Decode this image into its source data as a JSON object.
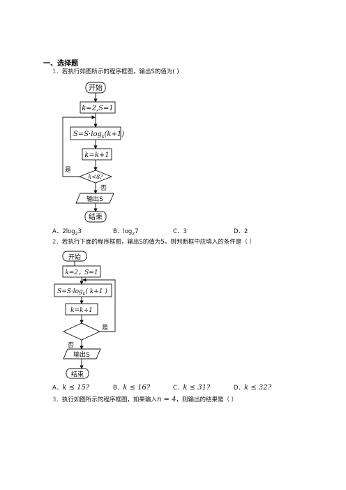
{
  "section_title": "一、选择题",
  "q1": {
    "number": "1．",
    "text": "若执行如图所示的程序框图，输出S的值为(      )",
    "flow": {
      "start": "开始",
      "init": "k=2,S=1",
      "calc_prefix": "S=S·log",
      "calc_base": "k",
      "calc_suffix": "(k+1)",
      "incr": "k=k+1",
      "cond": "k<8?",
      "yes": "是",
      "no": "否",
      "output": "输出S",
      "end": "结束"
    },
    "options": [
      {
        "label": "A．",
        "text": "2log",
        "sub": "2",
        "tail": "3"
      },
      {
        "label": "B．",
        "text": "log",
        "sub": "2",
        "tail": "7"
      },
      {
        "label": "C．",
        "text": "3",
        "sub": "",
        "tail": ""
      },
      {
        "label": "D．",
        "text": "2",
        "sub": "",
        "tail": ""
      }
    ]
  },
  "q2": {
    "number": "2．",
    "text": "若执行下面的程序框图，输出S的值为5，则判断框中应填入的条件是（      ）",
    "flow": {
      "start": "开始",
      "init": "k=2，S=1",
      "calc_prefix": "S=S·log",
      "calc_base": "k",
      "calc_suffix": "( k+1 )",
      "incr": "k=k+1",
      "yes": "是",
      "no": "否",
      "output": "输出S",
      "end": "结束"
    },
    "options": [
      {
        "label": "A．",
        "text": "k ≤ 15?"
      },
      {
        "label": "B．",
        "text": "k ≤ 16?"
      },
      {
        "label": "C．",
        "text": "k ≤ 31?"
      },
      {
        "label": "D．",
        "text": "k ≤ 32?"
      }
    ]
  },
  "q3": {
    "number": "3．",
    "text_a": "执行如图所示的程序框图，如果输入",
    "math": "n = 4",
    "text_b": "，则输出的结果是（    ）"
  }
}
